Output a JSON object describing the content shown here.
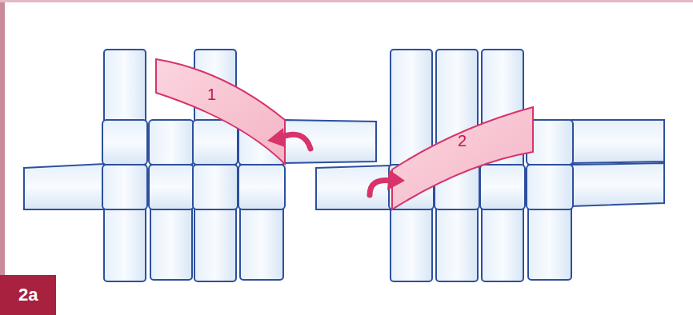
{
  "diagram": {
    "labels": [
      "1",
      "2",
      "2a"
    ]
  }
}
